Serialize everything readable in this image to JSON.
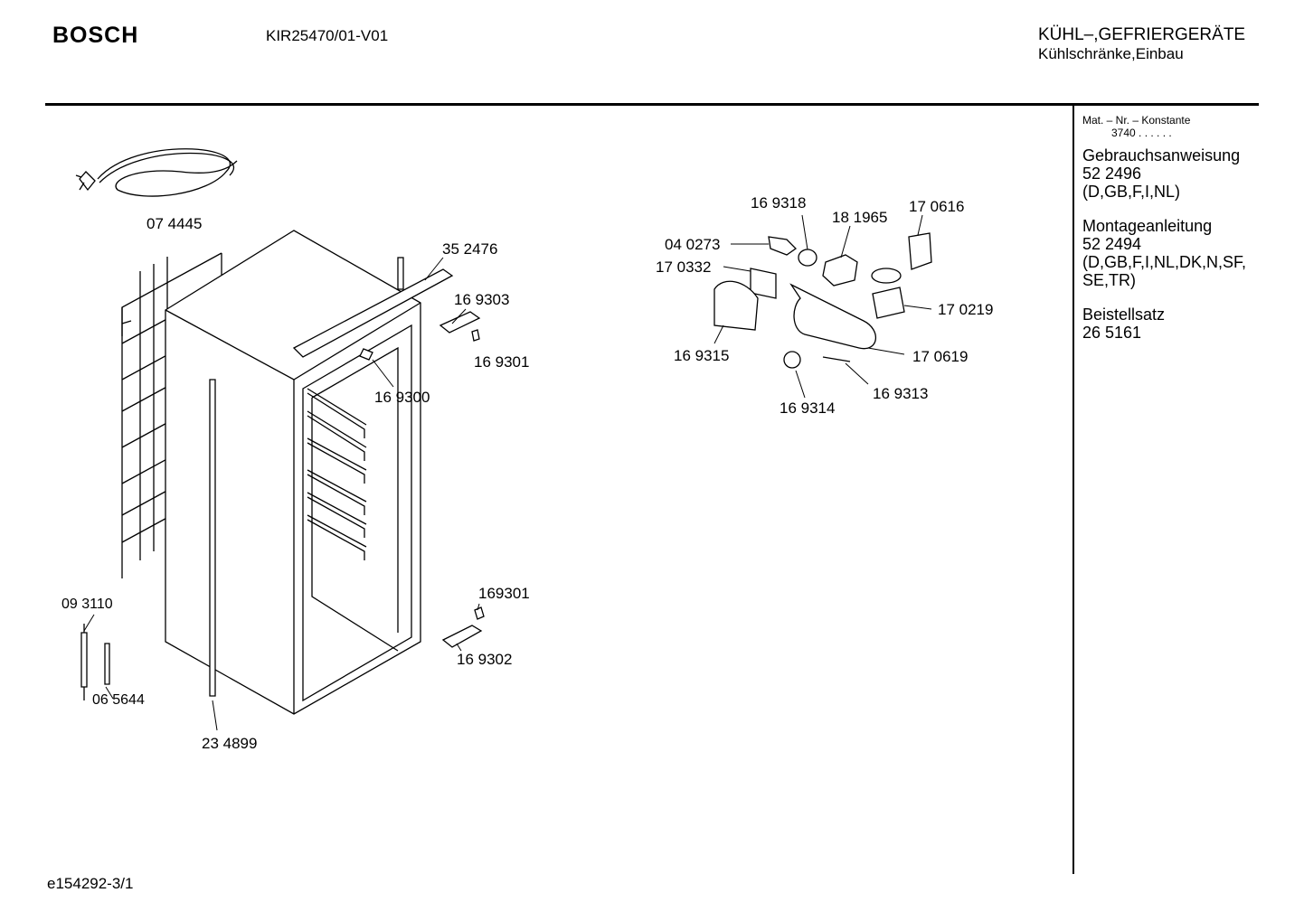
{
  "header": {
    "brand": "BOSCH",
    "model": "KIR25470/01-V01",
    "category_line1": "KÜHL–,GEFRIERGERÄTE",
    "category_line2": "Kühlschränke,Einbau"
  },
  "sidebar": {
    "mat_nr_label": "Mat. – Nr. – Konstante",
    "constant": "3740 . . . . . .",
    "sections": [
      {
        "title": "Gebrauchsanweisung",
        "number": "52 2496",
        "languages": "(D,GB,F,I,NL)"
      },
      {
        "title": "Montageanleitung",
        "number": "52 2494",
        "languages": "(D,GB,F,I,NL,DK,N,SF,",
        "languages2": "SE,TR)"
      },
      {
        "title": "Beistellsatz",
        "number": "26 5161"
      }
    ]
  },
  "parts": {
    "cable": "07 4445",
    "bracket_top": "35 2476",
    "hinge_top": "16 9303",
    "pin_top": "16 9301",
    "thermo_clip": "16 9300",
    "sensor_a": "09 3110",
    "sensor_b": "06 5644",
    "door_strip": "23 4899",
    "pin_bottom": "169301",
    "hinge_bottom": "16 9302",
    "bulb_holder": "16 9318",
    "lamp": "04 0273",
    "diffuser_plate": "17 0332",
    "lamp_cover": "16 9315",
    "socket": "18 1965",
    "switch_holder": "17 0616",
    "thermostat": "17 0219",
    "light_housing": "17 0619",
    "knob": "16 9314",
    "seal": "16 9313"
  },
  "footer": {
    "code": "e154292-3/1"
  }
}
